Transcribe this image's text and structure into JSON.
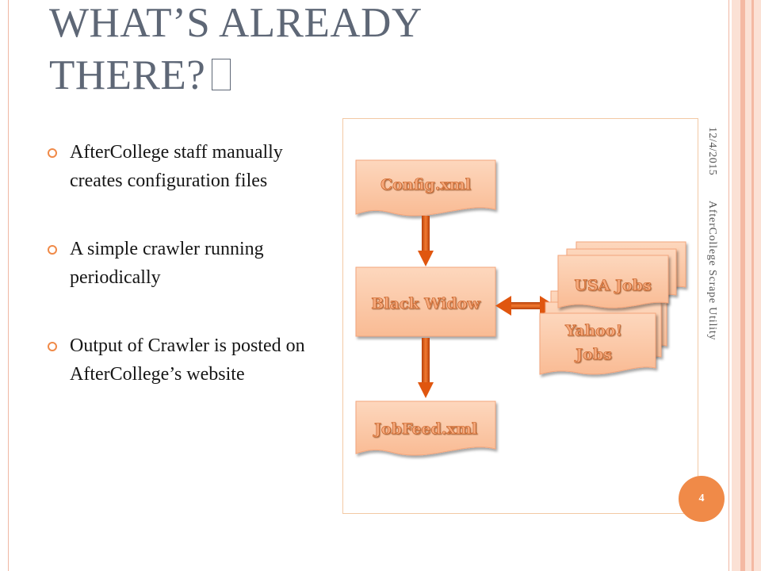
{
  "slide": {
    "title_line1": "WHAT’S ALREADY",
    "title_line2": "THERE?",
    "bullets": [
      {
        "text": "AfterCollege staff manually creates configuration files"
      },
      {
        "text": "A simple crawler running periodically"
      },
      {
        "text": "Output of Crawler is posted on AfterCollege’s website"
      }
    ],
    "date": "12/4/2015",
    "footer": "AfterCollege Scrape Utility",
    "page_number": "4"
  },
  "diagram": {
    "config_label": "Config.xml",
    "crawler_label": "Black Widow",
    "output_label": "JobFeed.xml",
    "source_front_label": "USA Jobs",
    "source_back_label_line1": "Yahoo!",
    "source_back_label_line2": "Jobs"
  },
  "colors": {
    "accent": "#f08a48",
    "title": "#5e6776",
    "shape_fill": "#fbc7a4",
    "arrow": "#e85a10"
  }
}
